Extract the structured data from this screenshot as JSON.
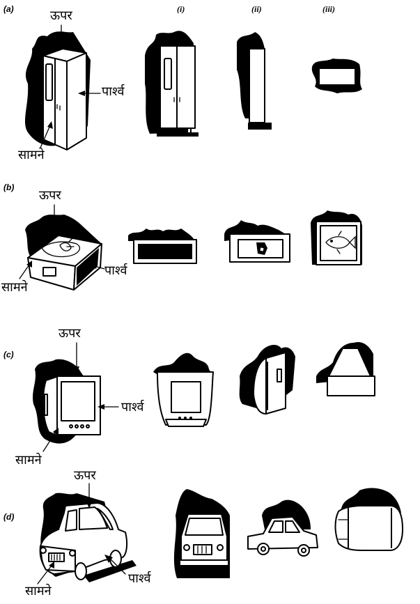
{
  "column_labels": [
    "(i)",
    "(ii)",
    "(iii)"
  ],
  "rows": [
    {
      "label": "(a)",
      "object": "refrigerator",
      "top": "ऊपर",
      "side": "पार्श्व",
      "front": "सामने"
    },
    {
      "label": "(b)",
      "object": "box",
      "top": "ऊपर",
      "side": "पार्श्व",
      "front": "सामने"
    },
    {
      "label": "(c)",
      "object": "television",
      "top": "ऊपर",
      "side": "पार्श्व",
      "front": "सामने"
    },
    {
      "label": "(d)",
      "object": "car",
      "top": "ऊपर",
      "side": "पार्श्व",
      "front": "सामने"
    }
  ],
  "icons": [
    "refrigerator-icon",
    "box-icon",
    "fish-icon",
    "television-icon",
    "car-icon"
  ]
}
